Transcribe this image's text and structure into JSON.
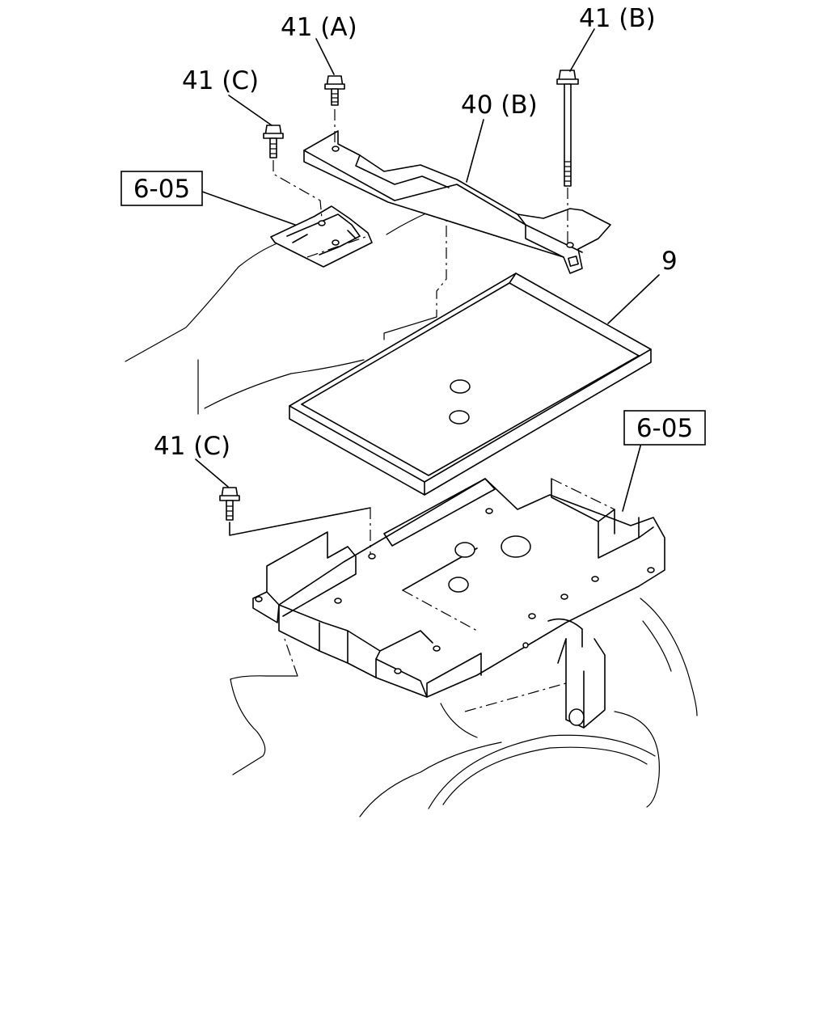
{
  "callouts": {
    "bolt_a": "41 (A)",
    "bolt_b": "41 (B)",
    "bolt_c_top": "41 (C)",
    "bolt_c_bottom": "41 (C)",
    "bracket": "40 (B)",
    "tray": "9"
  },
  "references": {
    "ref_top": "6-05",
    "ref_bottom": "6-05"
  }
}
